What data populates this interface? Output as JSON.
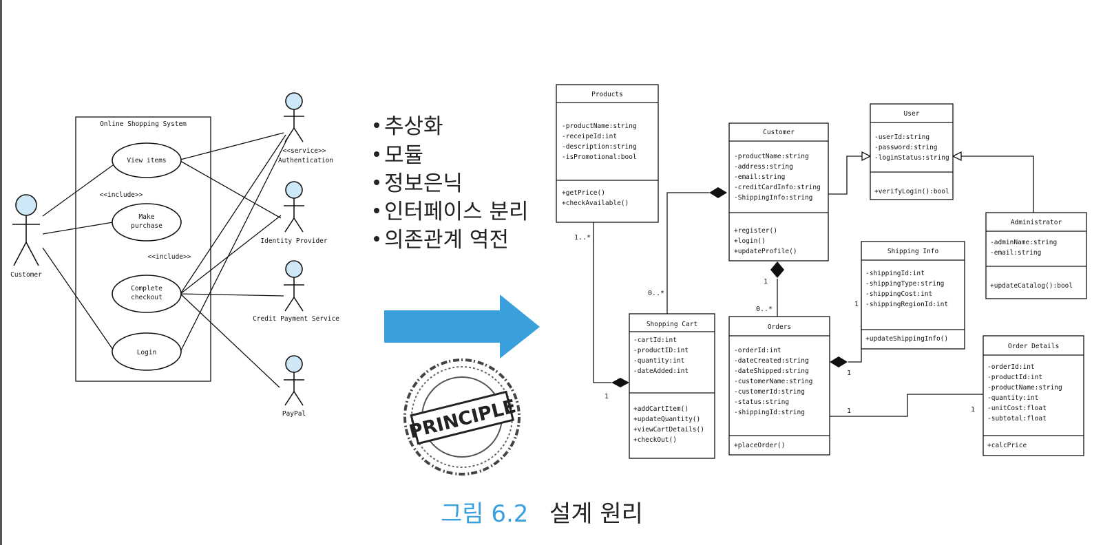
{
  "use_case": {
    "system_title": "Online Shopping System",
    "use_cases": [
      "View items",
      "Make purchase",
      "Complete checkout",
      "Login"
    ],
    "include_labels": [
      "<<include>>",
      "<<include>>"
    ],
    "actors": {
      "customer": "Customer",
      "authentication": [
        "<<service>>",
        "Authentication"
      ],
      "identity": "Identity Provider",
      "credit": "Credit Payment Service",
      "paypal": "PayPal"
    }
  },
  "principles": [
    "추상화",
    "모듈",
    "정보은닉",
    "인터페이스 분리",
    "의존관계 역전"
  ],
  "stamp_text": "PRINCIPLE",
  "class_diagram": {
    "classes": [
      {
        "name": "Products",
        "attrs": [
          "-productName:string",
          "-receipeId:int",
          "-description:string",
          "-isPromotional:bool"
        ],
        "ops": [
          "+getPrice()",
          "+checkAvailable()"
        ]
      },
      {
        "name": "Customer",
        "attrs": [
          "-productName:string",
          "-address:string",
          "-email:string",
          "-creditCardInfo:string",
          "-ShippingInfo:string"
        ],
        "ops": [
          "+register()",
          "+login()",
          "+updateProfile()"
        ]
      },
      {
        "name": "User",
        "attrs": [
          "-userId:string",
          "-password:string",
          "-loginStatus:string"
        ],
        "ops": [
          "+verifyLogin():bool"
        ]
      },
      {
        "name": "Administrator",
        "attrs": [
          "-adminName:string",
          "-email:string"
        ],
        "ops": [
          "+updateCatalog():bool"
        ]
      },
      {
        "name": "Shipping Info",
        "attrs": [
          "-shippingId:int",
          "-shippingType:string",
          "-shippingCost:int",
          "-shippingRegionId:int"
        ],
        "ops": [
          "+updateShippingInfo()"
        ]
      },
      {
        "name": "Shopping Cart",
        "attrs": [
          "-cartId:int",
          "-productID:int",
          "-quantity:int",
          "-dateAdded:int"
        ],
        "ops": [
          "+addCartItem()",
          "+updateQuantity()",
          "+viewCartDetails()",
          "+checkOut()"
        ]
      },
      {
        "name": "Orders",
        "attrs": [
          "-orderId:int",
          "-dateCreated:string",
          "-dateShipped:string",
          "-customerName:string",
          "-customerId:string",
          "-status:string",
          "-shippingId:string"
        ],
        "ops": [
          "+placeOrder()"
        ]
      },
      {
        "name": "Order Details",
        "attrs": [
          "-orderId:int",
          "-productId:int",
          "-productName:string",
          "-quantity:int",
          "-unitCost:float",
          "-subtotal:float"
        ],
        "ops": [
          "+calcPrice"
        ]
      }
    ],
    "multiplicities": {
      "products_cart_top": "1..*",
      "products_cart_bottom": "1",
      "customer_cart": "0..*",
      "customer_orders_top": "1",
      "customer_orders_bottom": "0..*",
      "orders_shipping_top": "1",
      "orders_shipping_bottom": "1",
      "orders_details_left": "1",
      "orders_details_right": "1"
    }
  },
  "caption": {
    "figure": "그림 6.2",
    "title": "설계 원리"
  },
  "colors": {
    "arrow": "#3aa0dc",
    "actor_head": "#cfe8f7",
    "caption_accent": "#3aa0dc"
  }
}
